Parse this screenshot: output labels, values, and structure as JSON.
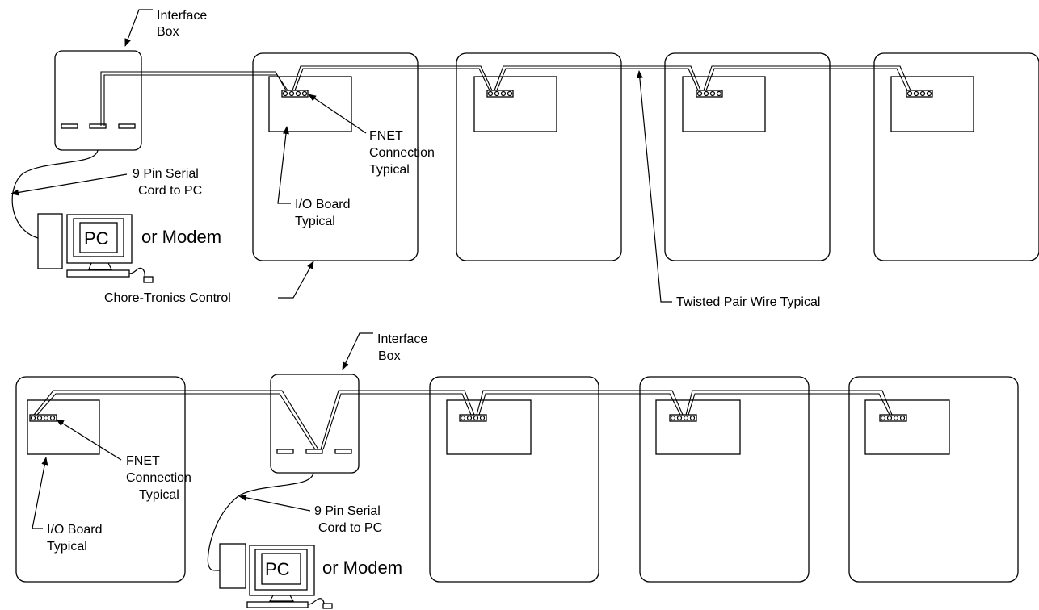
{
  "top": {
    "interface_box": [
      "Interface",
      "Box"
    ],
    "fnet": [
      "FNET",
      "Connection",
      "Typical"
    ],
    "io_board": [
      "I/O Board",
      "Typical"
    ],
    "serial": [
      "9 Pin Serial",
      "Cord to PC"
    ],
    "pc": "PC",
    "modem": "or Modem",
    "control": "Chore-Tronics Control",
    "twisted": "Twisted Pair Wire Typical"
  },
  "bottom": {
    "interface_box": [
      "Interface",
      "Box"
    ],
    "fnet": [
      "FNET",
      "Connection",
      "Typical"
    ],
    "io_board": [
      "I/O Board",
      "Typical"
    ],
    "serial": [
      "9 Pin Serial",
      "Cord to PC"
    ],
    "pc": "PC",
    "modem": "or Modem"
  }
}
